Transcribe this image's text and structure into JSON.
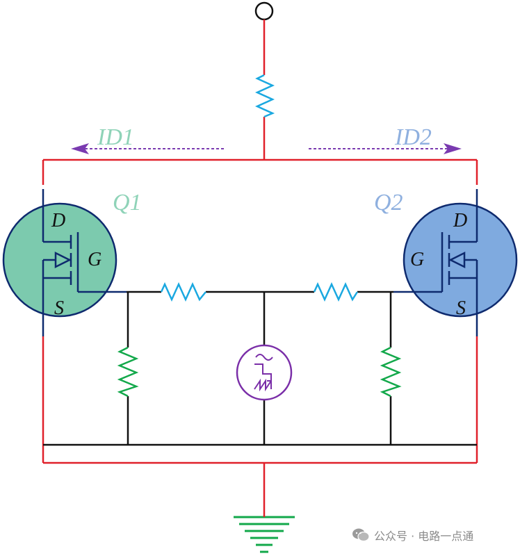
{
  "labels": {
    "id1": "ID1",
    "id2": "ID2",
    "q1": "Q1",
    "q2": "Q2",
    "q1_drain": "D",
    "q1_gate": "G",
    "q1_source": "S",
    "q2_drain": "D",
    "q2_gate": "G",
    "q2_source": "S"
  },
  "watermark": {
    "text": "公众号 · 电路一点通",
    "icon": "wechat-icon"
  },
  "colors": {
    "power_wire": "#e0202a",
    "ground_wire": "#111111",
    "resistor_top": "#1aa8e0",
    "resistor_series": "#1aa8e0",
    "resistor_shunt": "#12a84a",
    "ground_symbol": "#12a84a",
    "source": "#7a2ea8",
    "q1_fill": "#7ccaae",
    "q2_fill": "#7faadf",
    "transistor_outline": "#0e2a6e",
    "id1_text": "#8fd3b8",
    "id2_text": "#8fb0df",
    "current_arrow": "#7a3ab0"
  }
}
